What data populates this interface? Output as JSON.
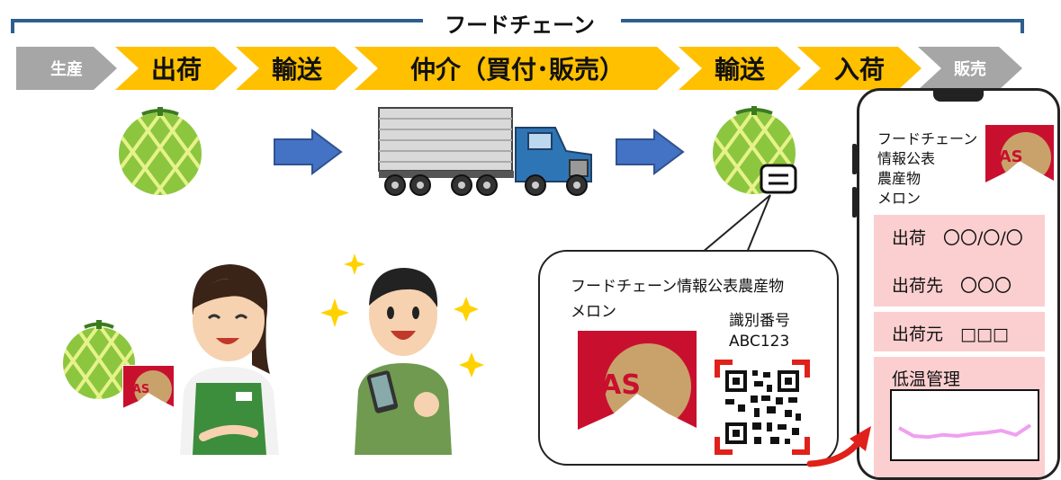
{
  "chain": {
    "title": "フードチェーン",
    "steps": [
      {
        "label": "生産",
        "style": "grey"
      },
      {
        "label": "出荷",
        "style": "yellow"
      },
      {
        "label": "輸送",
        "style": "yellow"
      },
      {
        "label": "仲介（買付･販売）",
        "style": "yellow"
      },
      {
        "label": "輸送",
        "style": "yellow"
      },
      {
        "label": "入荷",
        "style": "yellow"
      },
      {
        "label": "販売",
        "style": "grey"
      }
    ]
  },
  "label_bubble": {
    "title": "フードチェーン情報公表農産物",
    "product": "メロン",
    "id_label": "識別番号",
    "id_value": "ABC123",
    "logo_text": "JAS"
  },
  "phone": {
    "header_line1": "フードチェーン",
    "header_line2": "情報公表",
    "header_line3": "農産物",
    "header_line4": "メロン",
    "ship_date": "出荷　〇〇/〇/〇",
    "ship_to": "出荷先　〇〇〇",
    "ship_from": "出荷元　□□□",
    "temp_label": "低温管理",
    "temp_series": [
      0.55,
      0.7,
      0.72,
      0.68,
      0.7,
      0.66,
      0.64,
      0.6,
      0.68,
      0.5
    ]
  },
  "colors": {
    "yellow": "#ffc000",
    "grey": "#a6a6a6",
    "blue_arrow": "#4472c4",
    "pink": "#fbcfd0",
    "melon": "#8cc63f",
    "jas_red": "#c8102e"
  }
}
